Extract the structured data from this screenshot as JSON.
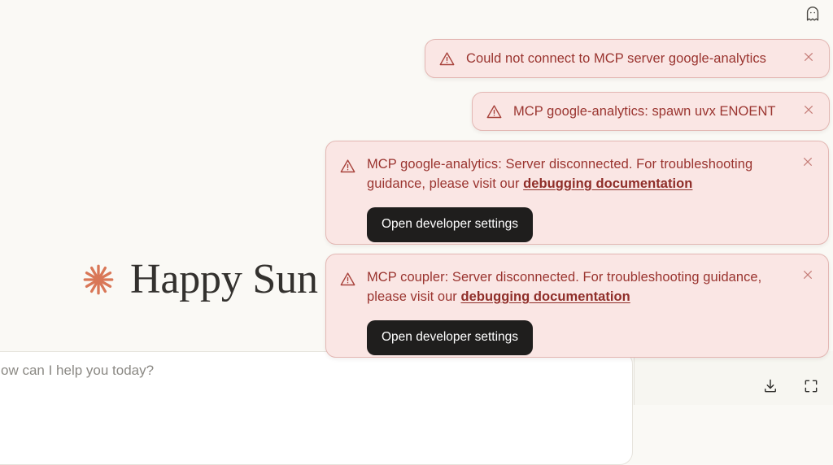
{
  "colors": {
    "page_background": "#FAF9F5",
    "toast_background": "#FAE6E4",
    "toast_border": "#E3B7B3",
    "toast_text": "#9A342F",
    "toast_link": "#8F2E29",
    "button_background": "#1F1E1D",
    "button_text": "#FFFFFF",
    "heading_text": "#33312E",
    "accent_star": "#D97757",
    "composer_background": "#FFFFFF",
    "side_panel_background": "#F7F6F1"
  },
  "header": {
    "ghost_icon": "ghost-icon"
  },
  "main": {
    "greeting_star_icon": "sparkle-asterisk-icon",
    "greeting_text": "Happy Sun",
    "composer": {
      "placeholder": "ow can I help you today?"
    }
  },
  "side_panel": {
    "actions": [
      {
        "name": "download-icon",
        "label": "Download"
      },
      {
        "name": "fullscreen-icon",
        "label": "Fullscreen"
      }
    ]
  },
  "toasts": [
    {
      "id": "toast-0",
      "warning_icon": "warning-triangle-icon",
      "message": "Could not connect to MCP server google-analytics",
      "close_icon": "close-icon",
      "has_link": false,
      "has_button": false
    },
    {
      "id": "toast-1",
      "warning_icon": "warning-triangle-icon",
      "message": "MCP google-analytics: spawn uvx ENOENT",
      "close_icon": "close-icon",
      "has_link": false,
      "has_button": false
    },
    {
      "id": "toast-2",
      "warning_icon": "warning-triangle-icon",
      "message_before_link": "MCP google-analytics: Server disconnected. For troubleshooting guidance, please visit our ",
      "link_text": "debugging documentation",
      "close_icon": "close-icon",
      "has_link": true,
      "has_button": true,
      "button_label": "Open developer settings"
    },
    {
      "id": "toast-3",
      "warning_icon": "warning-triangle-icon",
      "message_before_link": "MCP coupler: Server disconnected. For troubleshooting guidance, please visit our ",
      "link_text": "debugging documentation",
      "close_icon": "close-icon",
      "has_link": true,
      "has_button": true,
      "button_label": "Open developer settings"
    }
  ]
}
